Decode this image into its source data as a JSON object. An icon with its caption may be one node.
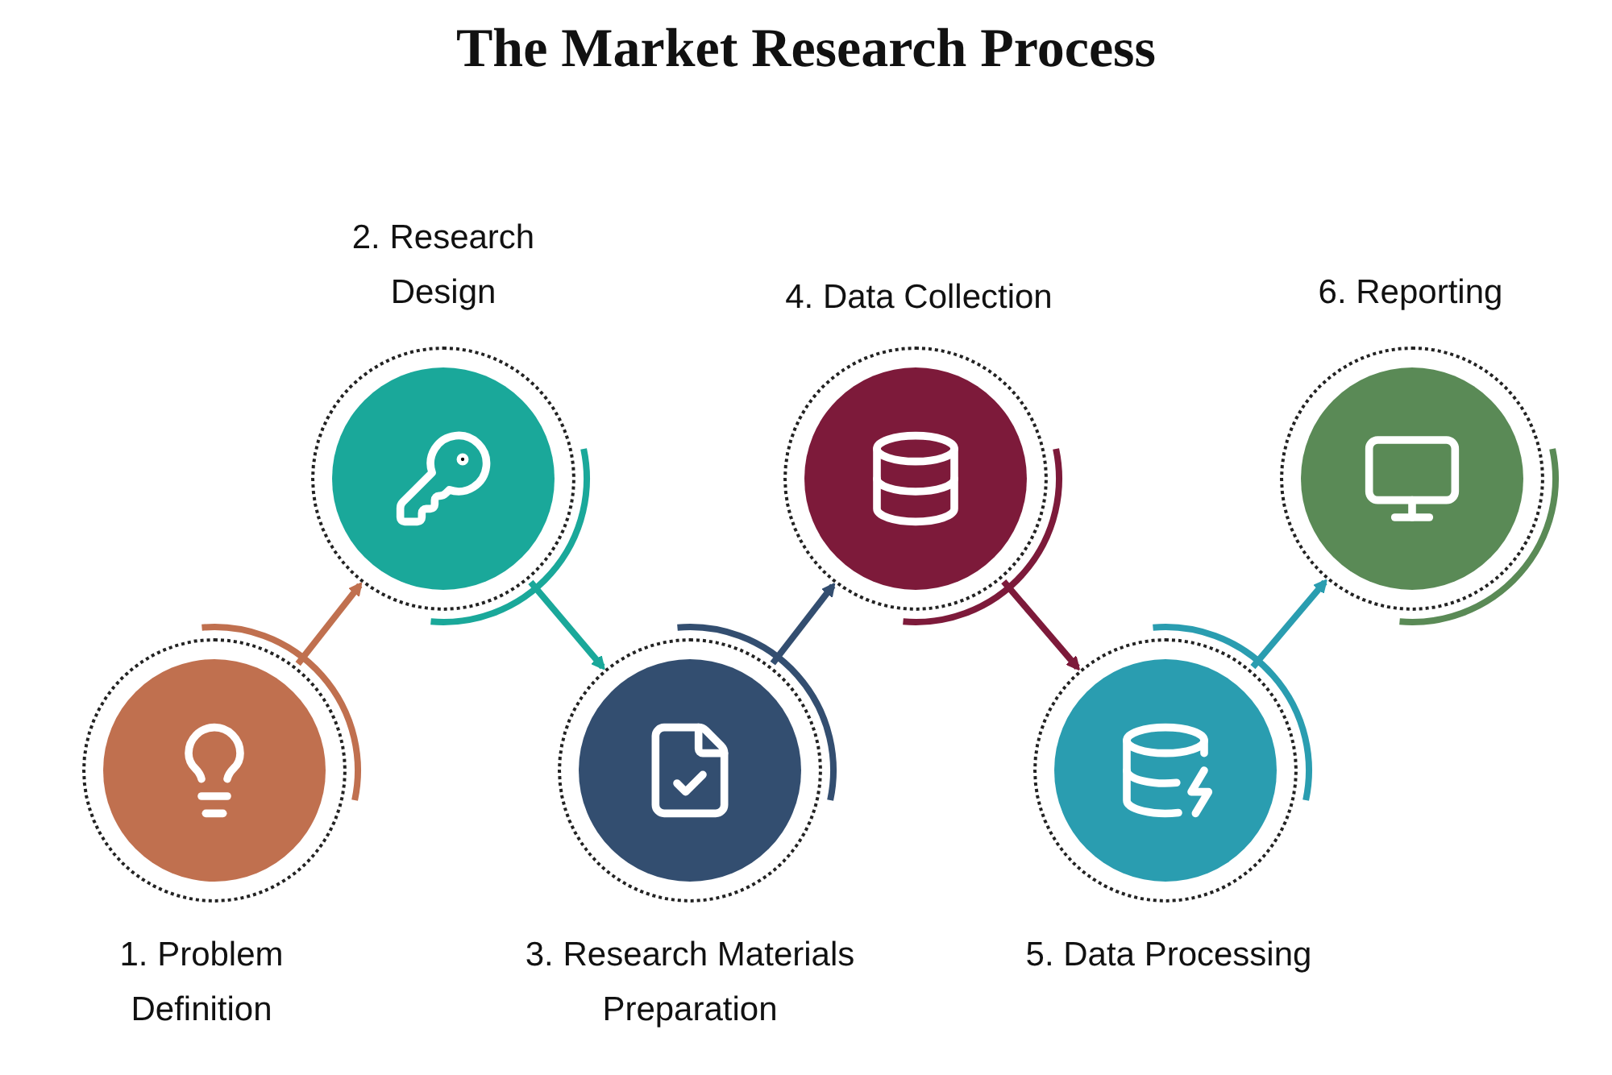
{
  "diagram": {
    "title": "The Market Research Process",
    "nodes": [
      {
        "text": [
          "1. Problem Definition"
        ]
      },
      {
        "text": [
          "2. Research Design"
        ]
      },
      {
        "text": [
          "3. Research Materials Preparation"
        ]
      },
      {
        "text": [
          "4. Data Collection"
        ]
      },
      {
        "text": [
          "5. Data Processing"
        ]
      },
      {
        "text": [
          "6. Reporting"
        ]
      }
    ],
    "edges": [
      {
        "from": 0,
        "to": 1,
        "arrow": "to",
        "color": "#c0704f"
      },
      {
        "from": 1,
        "to": 2,
        "arrow": "to",
        "color": "#1aa89a"
      },
      {
        "from": 2,
        "to": 3,
        "arrow": "to",
        "color": "#334e70"
      },
      {
        "from": 3,
        "to": 4,
        "arrow": "to",
        "color": "#7d1a3a"
      },
      {
        "from": 4,
        "to": 5,
        "arrow": "to",
        "color": "#2a9db0"
      }
    ]
  }
}
